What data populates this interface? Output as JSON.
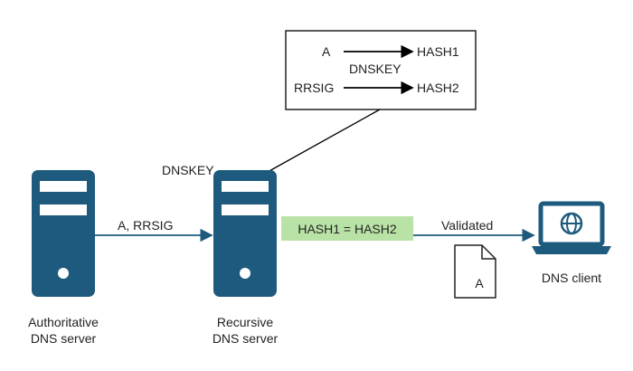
{
  "colors": {
    "server": "#1e5a7d",
    "slot": "#ffffff",
    "arrow": "#1e5a7d",
    "hash_box": "#b9e3a6",
    "line": "#000000"
  },
  "callout": {
    "row1_left": "A",
    "row1_right": "HASH1",
    "middle": "DNSKEY",
    "row2_left": "RRSIG",
    "row2_right": "HASH2"
  },
  "dnskey_label": "DNSKEY",
  "arrow1_label": "A, RRSIG",
  "hash_compare": "HASH1 = HASH2",
  "validated_label": "Validated",
  "document_letter": "A",
  "authoritative": {
    "line1": "Authoritative",
    "line2": "DNS server"
  },
  "recursive": {
    "line1": "Recursive",
    "line2": "DNS server"
  },
  "client": {
    "label": "DNS client",
    "icon": "laptop-globe-icon"
  }
}
